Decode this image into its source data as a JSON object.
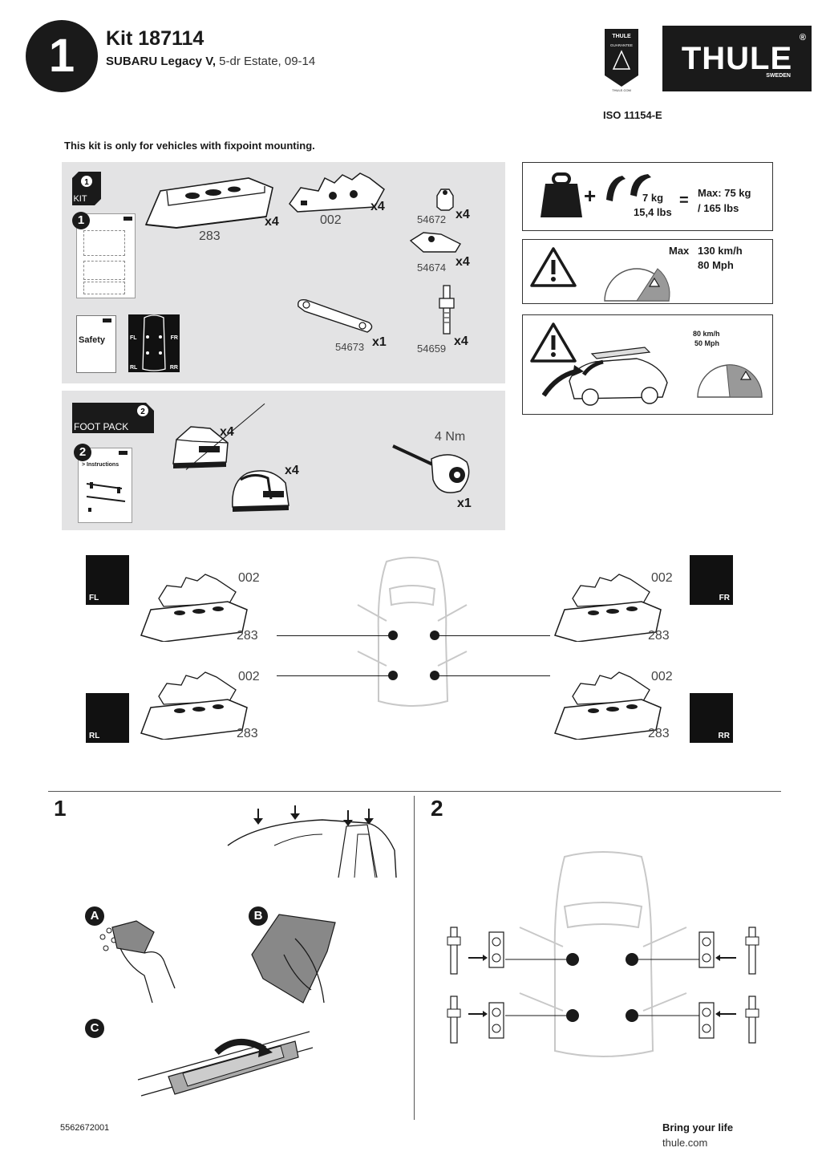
{
  "header": {
    "step_number": "1",
    "kit_title": "Kit 187114",
    "vehicle_make": "SUBARU Legacy V,",
    "vehicle_detail": " 5-dr Estate, 09-14",
    "guarantee_brand": "THULE",
    "guarantee_word": "GUARANTEE",
    "guarantee_url": "THULE.COM",
    "logo_text": "THULE",
    "logo_sub": "SWEDEN",
    "logo_reg": "®",
    "iso": "ISO 11154-E"
  },
  "note": "This kit is only for vehicles with fixpoint mounting.",
  "kit_panel": {
    "badge_num": "1",
    "badge_label": "KIT",
    "booklet_num": "1",
    "safety_label": "Safety",
    "pos_labels": [
      "FL",
      "FR",
      "RL",
      "RR"
    ],
    "parts": [
      {
        "code": "283",
        "qty": "x4"
      },
      {
        "code": "002",
        "qty": "x4"
      },
      {
        "code": "54672",
        "qty": "x4"
      },
      {
        "code": "54674",
        "qty": "x4"
      },
      {
        "code": "54673",
        "qty": "x1"
      },
      {
        "code": "54659",
        "qty": "x4"
      }
    ]
  },
  "foot_panel": {
    "badge_num": "2",
    "badge_label": "FOOT PACK",
    "booklet_num": "2",
    "booklet_text": "> Instructions",
    "foot1_qty": "x4",
    "foot2_qty": "x4",
    "tool_torque": "4 Nm",
    "tool_qty": "x1"
  },
  "warnings": {
    "weight_bag": "7 kg",
    "weight_bag_lbs": "15,4 lbs",
    "equals": "=",
    "max_load": "Max: 75 kg",
    "max_load_lbs": "/ 165 lbs",
    "max_label": "Max",
    "max_speed": "130 km/h",
    "max_speed_mph": "80 Mph",
    "load_speed": "80 km/h",
    "load_speed_mph": "50 Mph"
  },
  "placement": {
    "labels": [
      {
        "pos": "FL",
        "top": "002",
        "bottom": "283"
      },
      {
        "pos": "FR",
        "top": "002",
        "bottom": "283"
      },
      {
        "pos": "RL",
        "top": "002",
        "bottom": "283"
      },
      {
        "pos": "RR",
        "top": "002",
        "bottom": "283"
      }
    ]
  },
  "steps": {
    "step1": "1",
    "step2": "2",
    "letters": [
      "A",
      "B",
      "C"
    ]
  },
  "footer": {
    "code": "5562672001",
    "tagline": "Bring your life",
    "url": "thule.com"
  }
}
